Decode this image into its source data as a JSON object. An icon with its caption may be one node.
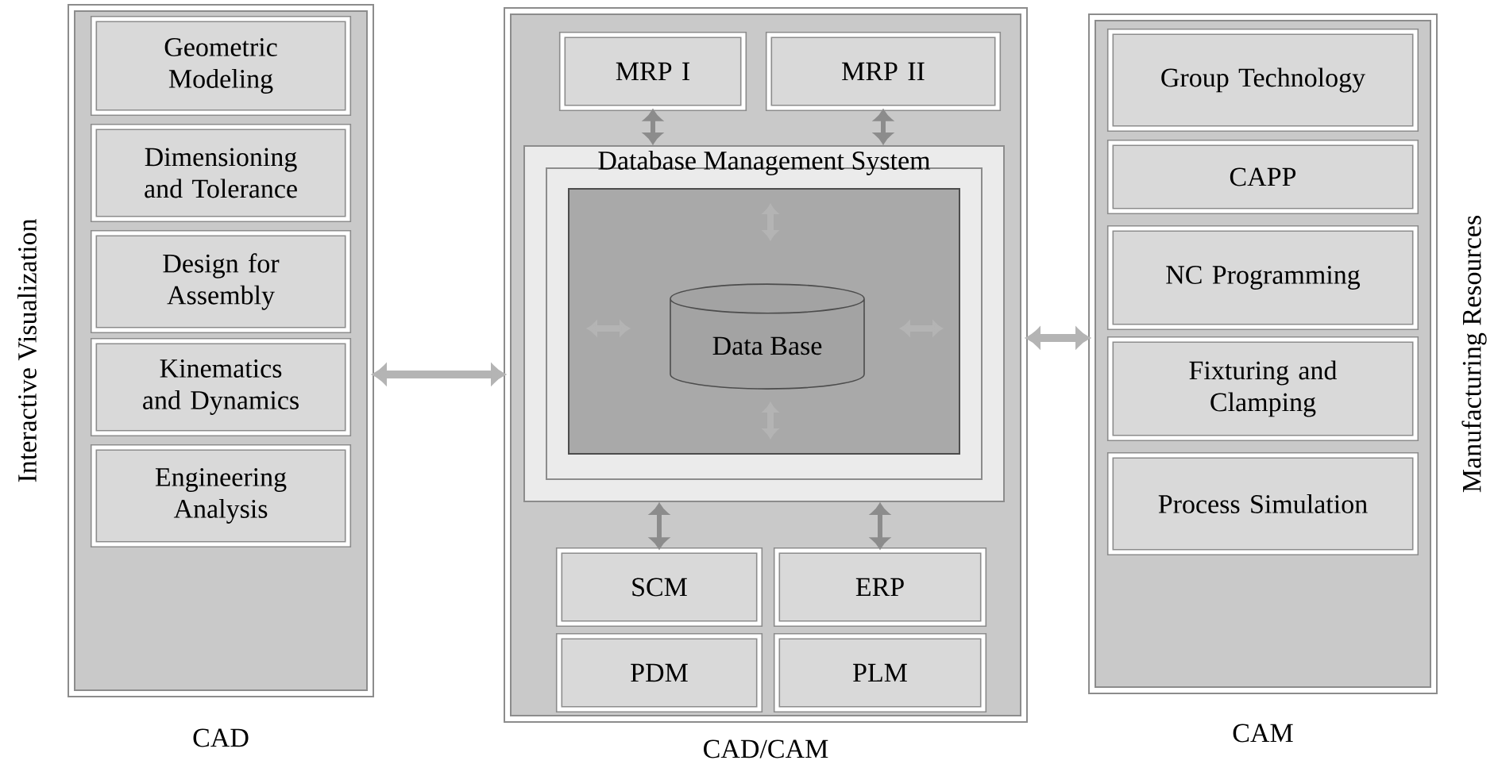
{
  "diagram": {
    "nodes": [
      {
        "text": [
          "CAD"
        ],
        "beside": [
          "Interactive Visualization"
        ]
      },
      {
        "text": [
          "Geometric Modeling"
        ],
        "in": 0
      },
      {
        "text": [
          "Dimensioning and Tolerance"
        ],
        "in": 0
      },
      {
        "text": [
          "Design for Assembly"
        ],
        "in": 0
      },
      {
        "text": [
          "Kinematics and Dynamics"
        ],
        "in": 0
      },
      {
        "text": [
          "Engineering Analysis"
        ],
        "in": 0
      },
      {
        "text": [
          "CAD/CAM"
        ]
      },
      {
        "text": [
          "MRP I"
        ],
        "in": 6
      },
      {
        "text": [
          "MRP II"
        ],
        "in": 6
      },
      {
        "text": [
          "Database Management System"
        ],
        "in": 6
      },
      {
        "text": [
          "Data Base"
        ],
        "in": 9
      },
      {
        "text": [
          "SCM"
        ],
        "in": 6
      },
      {
        "text": [
          "ERP"
        ],
        "in": 6
      },
      {
        "text": [
          "PDM"
        ],
        "in": 6
      },
      {
        "text": [
          "PLM"
        ],
        "in": 6
      },
      {
        "text": [
          "CAM"
        ],
        "beside": [
          "Manufacturing Resources"
        ]
      },
      {
        "text": [
          "Group Technology"
        ],
        "in": 15
      },
      {
        "text": [
          "CAPP"
        ],
        "in": 15
      },
      {
        "text": [
          "NC Programming"
        ],
        "in": 15
      },
      {
        "text": [
          "Fixturing and Clamping"
        ],
        "in": 15
      },
      {
        "text": [
          "Process Simulation"
        ],
        "in": 15
      }
    ],
    "edges": [
      {
        "from": 0,
        "to": 6,
        "arrow": "both"
      },
      {
        "from": 6,
        "to": 15,
        "arrow": "both"
      },
      {
        "from": 7,
        "to": 9,
        "arrow": "both"
      },
      {
        "from": 8,
        "to": 9,
        "arrow": "both"
      },
      {
        "from": 9,
        "to": 11,
        "arrow": "both"
      },
      {
        "from": 9,
        "to": 12,
        "arrow": "both"
      }
    ]
  }
}
